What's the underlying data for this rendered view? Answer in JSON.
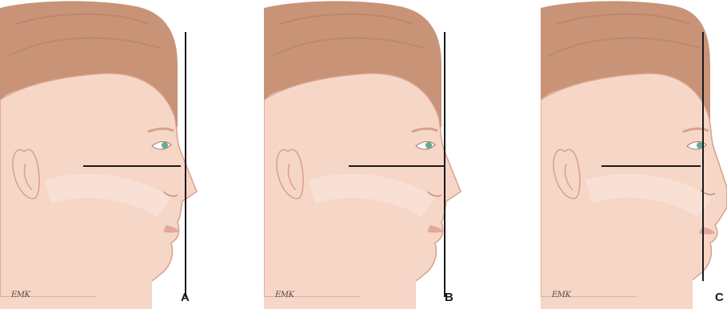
{
  "panels": [
    {
      "id": "A",
      "label": "A",
      "signature": "EMK"
    },
    {
      "id": "B",
      "label": "B",
      "signature": "EMK"
    },
    {
      "id": "C",
      "label": "C",
      "signature": "EMK"
    }
  ],
  "colors": {
    "skin": "#f6d6c7",
    "skin_light": "#fae6dc",
    "skin_shadow": "#e9b9a6",
    "hair": "#c89377",
    "hair_dark": "#b27d62",
    "outline": "#d9a08b",
    "eye_iris": "#5fae93",
    "line": "#1a1a1a",
    "lip": "#e3a79a"
  }
}
